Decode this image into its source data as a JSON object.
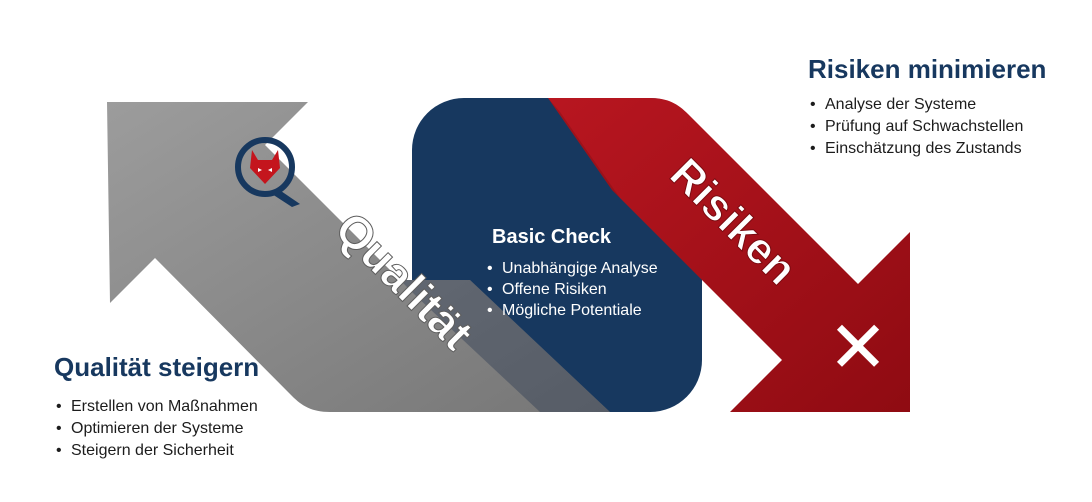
{
  "left_block": {
    "heading": "Qualität steigern",
    "items": [
      "Erstellen von Maßnahmen",
      "Optimieren der Systeme",
      "Steigern der Sicherheit"
    ]
  },
  "right_block": {
    "heading": "Risiken minimieren",
    "items": [
      "Analyse der Systeme",
      "Prüfung auf Schwachstellen",
      "Einschätzung des Zustands"
    ]
  },
  "center_block": {
    "title": "Basic Check",
    "items": [
      "Unabhängige Analyse",
      "Offene Risiken",
      "Mögliche Potentiale"
    ]
  },
  "gray_arrow": {
    "label": "Qualität",
    "color": "#8a8a8a"
  },
  "red_arrow": {
    "label": "Risiken",
    "color": "#a80d16"
  },
  "center_box": {
    "color": "#17385f"
  },
  "x_mark": {
    "symbol": "✕"
  },
  "logo": {
    "icon": "fox-q-logo",
    "letter": "Q"
  }
}
